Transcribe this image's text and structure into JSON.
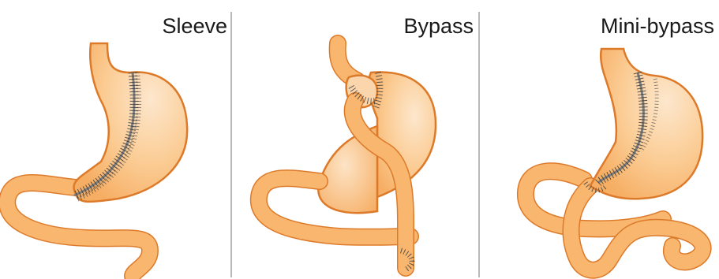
{
  "panels": [
    {
      "id": "sleeve",
      "title": "Sleeve"
    },
    {
      "id": "bypass",
      "title": "Bypass"
    },
    {
      "id": "mini-bypass",
      "title": "Mini-bypass"
    }
  ],
  "colors": {
    "tissue_fill": "#f8b66f",
    "tissue_light": "#fde7cd",
    "tissue_outline": "#dd7a2a",
    "staple_line": "#7f7f7f",
    "staple_ticks": "#3a3a3a",
    "divider": "#8a8a8a",
    "text": "#1a1a1a"
  },
  "icons": [
    "sleeve-gastrectomy-illustration",
    "gastric-bypass-illustration",
    "mini-gastric-bypass-illustration"
  ]
}
